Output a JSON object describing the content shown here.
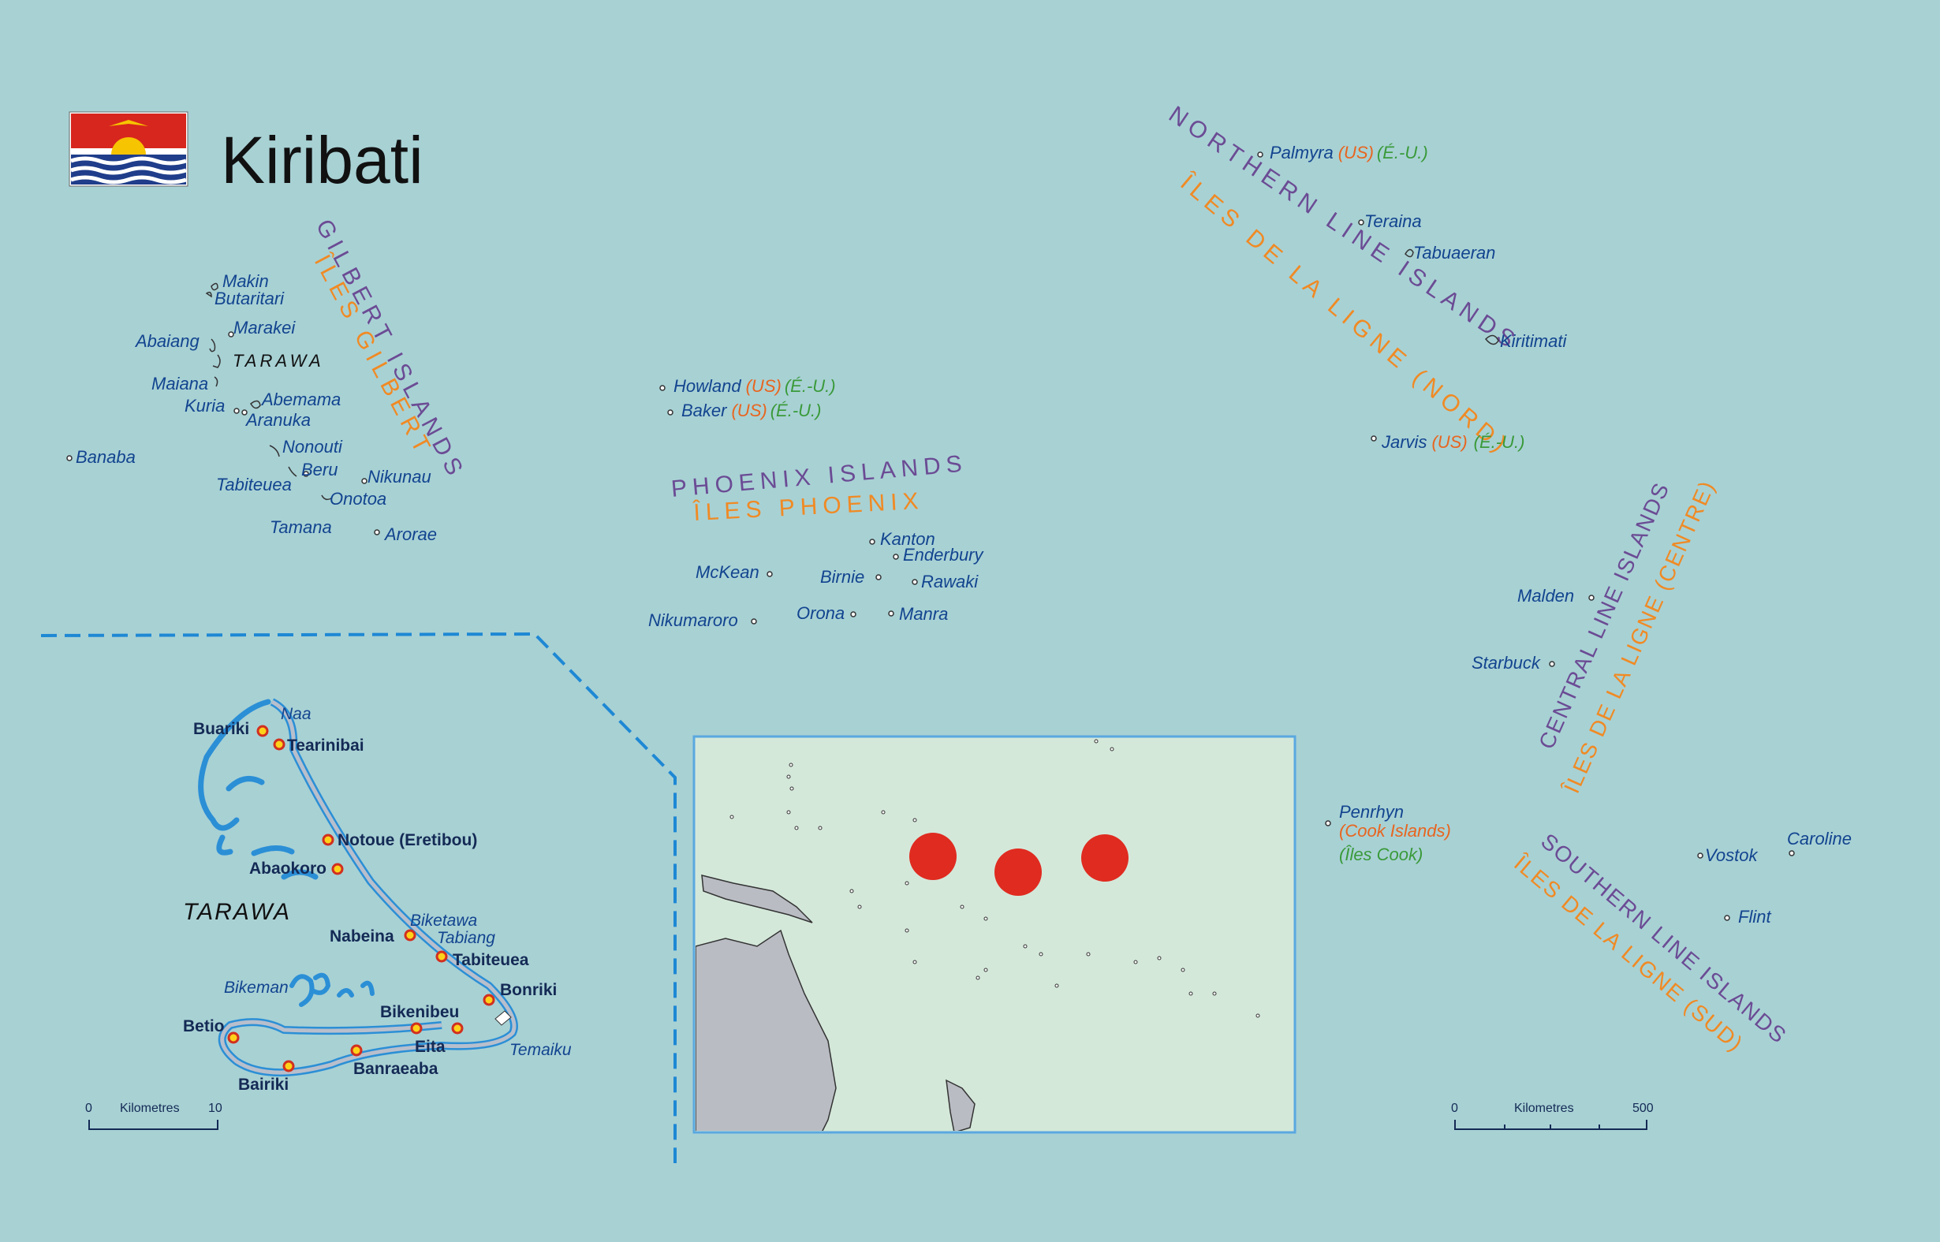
{
  "title": "Kiribati",
  "colors": {
    "sea": "#a8d1d4",
    "label": "#12448f",
    "group_en": "#6b4b94",
    "group_fr": "#f08a24",
    "us": "#e8651f",
    "eu": "#3a9a3a",
    "atoll": "#2b8fd6",
    "marker": "#e02b20"
  },
  "flag": {
    "icon": "kiribati-flag-icon"
  },
  "groups": {
    "gilbert_en": "GILBERT ISLANDS",
    "gilbert_fr": "ÎLES GILBERT",
    "phoenix_en": "PHOENIX ISLANDS",
    "phoenix_fr": "ÎLES PHOENIX",
    "north_en": "NORTHERN LINE ISLANDS",
    "north_fr": "ÎLES DE LA LIGNE (NORD)",
    "central_en": "CENTRAL LINE ISLANDS",
    "central_fr": "ÎLES DE LA LIGNE (CENTRE)",
    "south_en": "SOUTHERN LINE ISLANDS",
    "south_fr": "ÎLES DE LA LIGNE (SUD)"
  },
  "islands": {
    "makin": "Makin",
    "butaritari": "Butaritari",
    "marakei": "Marakei",
    "abaiang": "Abaiang",
    "tarawa": "TARAWA",
    "maiana": "Maiana",
    "kuria": "Kuria",
    "abemama": "Abemama",
    "aranuka": "Aranuka",
    "banaba": "Banaba",
    "nonouti": "Nonouti",
    "beru": "Beru",
    "tabiteuea": "Tabiteuea",
    "nikunau": "Nikunau",
    "onotoa": "Onotoa",
    "tamana": "Tamana",
    "arorae": "Arorae",
    "howland": "Howland",
    "baker": "Baker",
    "kanton": "Kanton",
    "enderbury": "Enderbury",
    "mckean": "McKean",
    "birnie": "Birnie",
    "rawaki": "Rawaki",
    "orona": "Orona",
    "manra": "Manra",
    "nikumaroro": "Nikumaroro",
    "palmyra": "Palmyra",
    "teraina": "Teraina",
    "tabuaeran": "Tabuaeran",
    "kiritimati": "Kiritimati",
    "jarvis": "Jarvis",
    "malden": "Malden",
    "starbuck": "Starbuck",
    "penrhyn": "Penrhyn",
    "cook_en": "(Cook Islands)",
    "cook_fr": "(Îles Cook)",
    "vostok": "Vostok",
    "caroline": "Caroline",
    "flint": "Flint"
  },
  "tags": {
    "us": "(US)",
    "eu": "(É.-U.)"
  },
  "tarawa_inset": {
    "name": "TARAWA",
    "naa": "Naa",
    "buariki": "Buariki",
    "tearinibai": "Tearinibai",
    "notoue": "Notoue (Eretibou)",
    "abaokoro": "Abaokoro",
    "biketawa": "Biketawa",
    "nabeina": "Nabeina",
    "tabiang": "Tabiang",
    "tabiteuea": "Tabiteuea",
    "bikeman": "Bikeman",
    "bonriki": "Bonriki",
    "betio": "Betio",
    "bikenibeu": "Bikenibeu",
    "eita": "Eita",
    "temaiku": "Temaiku",
    "bairiki": "Bairiki",
    "banraeaba": "Banraeaba"
  },
  "scale_inset": {
    "zero": "0",
    "unit": "Kilometres",
    "max": "10"
  },
  "scale_main": {
    "zero": "0",
    "unit": "Kilometres",
    "max": "500"
  }
}
